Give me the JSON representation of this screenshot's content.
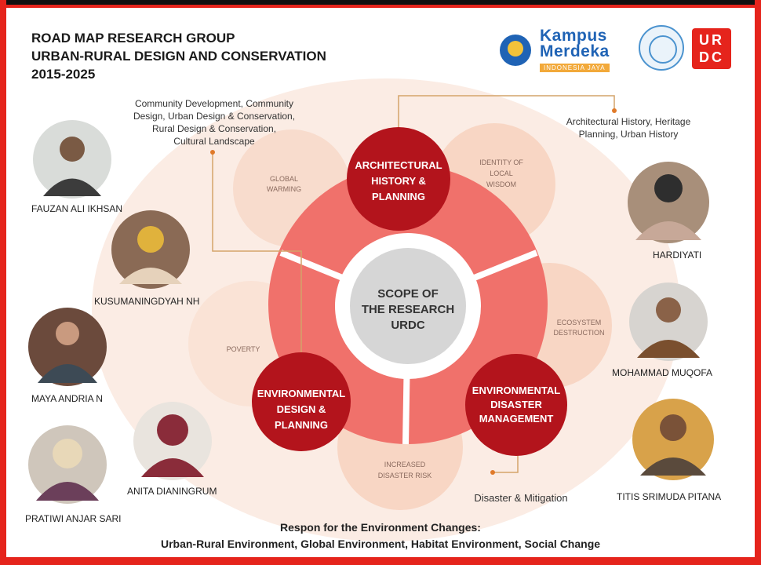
{
  "title": {
    "line1": "ROAD MAP RESEARCH GROUP",
    "line2": "URBAN-RURAL DESIGN AND CONSERVATION",
    "line3": "2015-2025"
  },
  "logos": {
    "kampus_line1": "Kampus",
    "kampus_line2": "Merdeka",
    "kampus_tag": "INDONESIA JAYA",
    "urdc_top": "UR",
    "urdc_bottom": "DC"
  },
  "center": {
    "line1": "SCOPE OF",
    "line2": "THE RESEARCH",
    "line3": "URDC"
  },
  "scopes": {
    "architectural": {
      "line1": "ARCHITECTURAL",
      "line2": "HISTORY &",
      "line3": "PLANNING"
    },
    "environmental_design": {
      "line1": "ENVIRONMENTAL",
      "line2": "DESIGN &",
      "line3": "PLANNING"
    },
    "disaster": {
      "line1": "ENVIRONMENTAL",
      "line2": "DISASTER",
      "line3": "MANAGEMENT"
    }
  },
  "issues": {
    "global_warming": {
      "line1": "GLOBAL",
      "line2": "WARMING"
    },
    "identity": {
      "line1": "IDENTITY OF",
      "line2": "LOCAL",
      "line3": "WISDOM"
    },
    "poverty": {
      "line1": "POVERTY"
    },
    "ecosystem": {
      "line1": "ECOSYSTEM",
      "line2": "DESTRUCTION"
    },
    "disaster_risk": {
      "line1": "INCREASED",
      "line2": "DISASTER RISK"
    }
  },
  "descriptions": {
    "community": {
      "line1": "Community Development,  Community",
      "line2": "Design, Urban Design & Conservation,",
      "line3": "Rural Design & Conservation,",
      "line4": "Cultural Landscape"
    },
    "history": {
      "line1": "Architectural History, Heritage",
      "line2": "Planning, Urban History"
    },
    "mitigation": "Disaster & Mitigation"
  },
  "people": [
    {
      "name": "FAUZAN ALI IKHSAN"
    },
    {
      "name": "KUSUMANINGDYAH NH"
    },
    {
      "name": "MAYA ANDRIA N"
    },
    {
      "name": "ANITA DIANINGRUM"
    },
    {
      "name": "PRATIWI ANJAR SARI"
    },
    {
      "name": "HARDIYATI"
    },
    {
      "name": "MOHAMMAD MUQOFA"
    },
    {
      "name": "TITIS SRIMUDA PITANA"
    }
  ],
  "footer": {
    "line1": "Respon for the Environment Changes:",
    "line2": "Urban-Rural Environment, Global Environment, Habitat Environment, Social Change"
  },
  "colors": {
    "frame_red": "#e5241c",
    "dark_red": "#b3141c",
    "salmon": "#f0716b",
    "peach": "#f8d6c4",
    "background_blob": "#fbeae2"
  }
}
